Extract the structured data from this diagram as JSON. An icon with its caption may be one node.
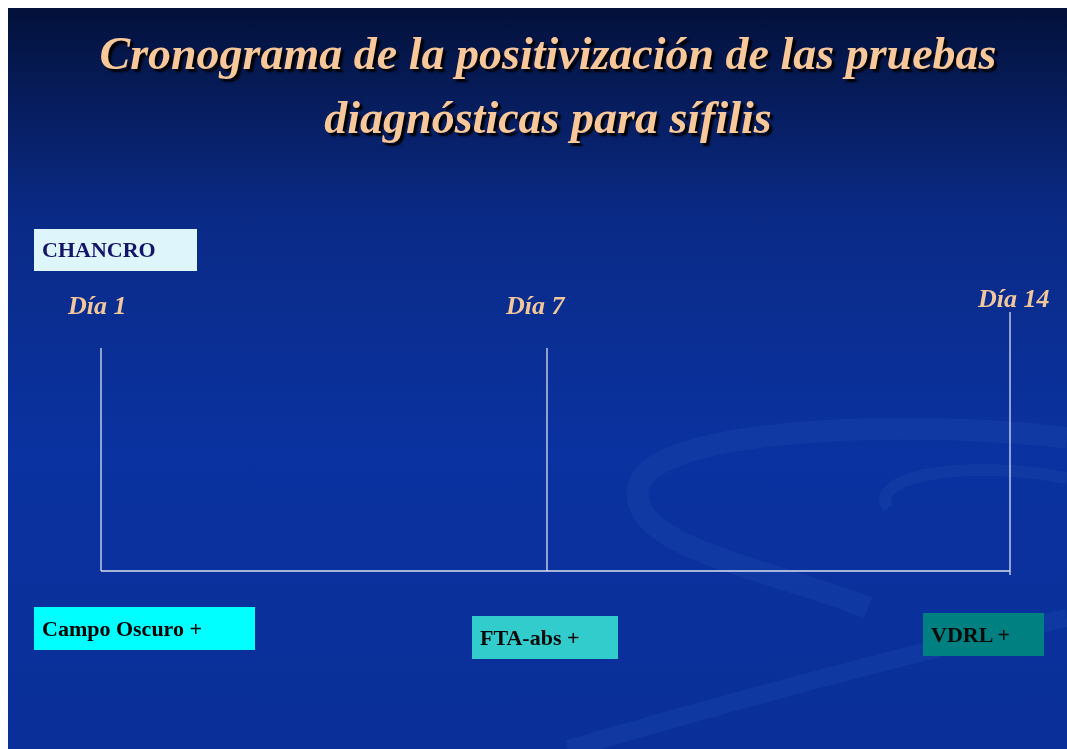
{
  "diagram": {
    "title": "Cronograma de la positivización de las pruebas diagnósticas para sífilis",
    "nodes": [
      {
        "text": [
          "CHANCRO"
        ]
      },
      {
        "text": [
          "Campo Oscuro +"
        ]
      },
      {
        "text": [
          "FTA-abs +"
        ]
      },
      {
        "text": [
          "VDRL +"
        ]
      }
    ],
    "labels": [
      "Día 1",
      "Día 7",
      "Día 14"
    ]
  }
}
